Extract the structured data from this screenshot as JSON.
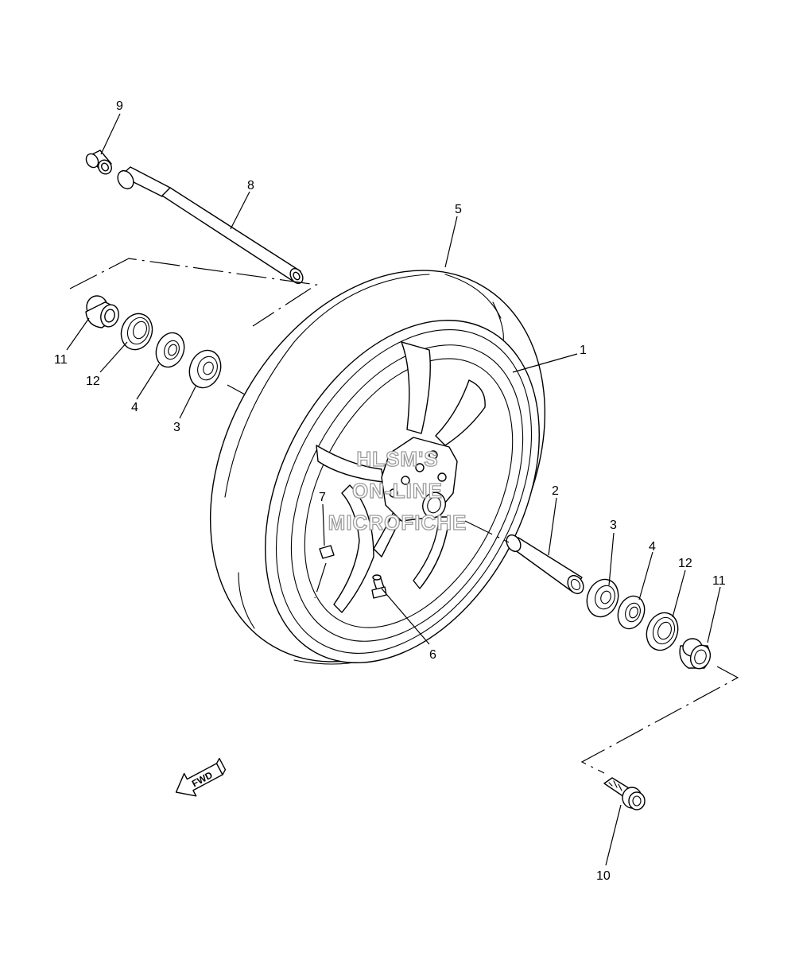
{
  "callouts": {
    "c1": "1",
    "c2": "2",
    "c3_left": "3",
    "c3_right": "3",
    "c4_left": "4",
    "c4_right": "4",
    "c5": "5",
    "c6": "6",
    "c7": "7",
    "c8": "8",
    "c9": "9",
    "c10": "10",
    "c11_left": "11",
    "c11_right": "11",
    "c12_left": "12",
    "c12_right": "12"
  },
  "watermark": {
    "line1": "HLSM'S",
    "line2": "ON-LINE",
    "line3": "MICROFICHE"
  },
  "direction_arrow": {
    "label": "FWD"
  },
  "colors": {
    "line": "#000000",
    "background": "#ffffff",
    "watermark_outline": "#9a9a9a"
  }
}
